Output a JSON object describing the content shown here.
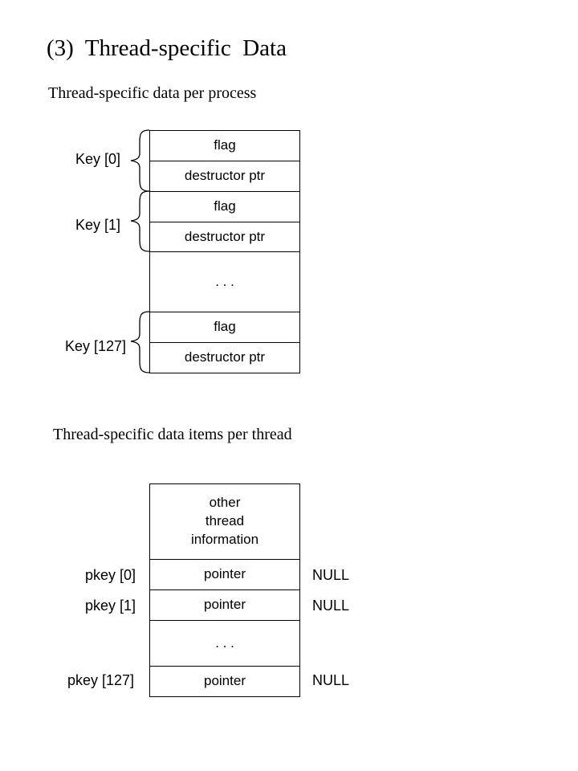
{
  "title": "(3)  Thread-specific  Data",
  "process_section": {
    "subtitle": "Thread-specific data per process",
    "keys": [
      {
        "label": "Key [0]",
        "flag": "flag",
        "destructor": "destructor  ptr"
      },
      {
        "label": "Key [1]",
        "flag": "flag",
        "destructor": "destructor  ptr"
      },
      {
        "label": "Key [127]",
        "flag": "flag",
        "destructor": "destructor  ptr"
      }
    ],
    "ellipsis": ". . ."
  },
  "thread_section": {
    "subtitle": "Thread-specific data items per thread",
    "header_cell": "other\nthread\ninformation",
    "rows": [
      {
        "label": "pkey [0]",
        "cell": "pointer",
        "value": "NULL"
      },
      {
        "label": "pkey [1]",
        "cell": "pointer",
        "value": "NULL"
      },
      {
        "label": "pkey [127]",
        "cell": "pointer",
        "value": "NULL"
      }
    ],
    "ellipsis": ". . ."
  }
}
